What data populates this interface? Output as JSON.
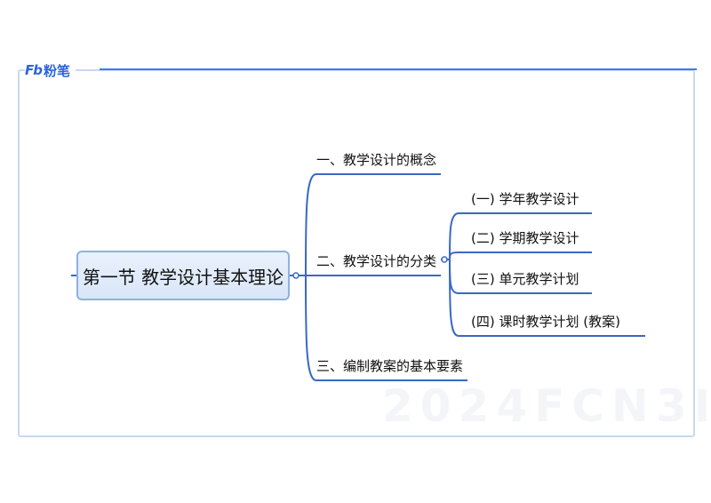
{
  "brand": {
    "mark": "Fb",
    "name": "粉笔"
  },
  "watermark": "2024FCN3I",
  "mindmap": {
    "root": "第一节 教学设计基本理论",
    "branches": [
      {
        "label": "一、教学设计的概念"
      },
      {
        "label": "二、教学设计的分类",
        "children": [
          "(一) 学年教学设计",
          "(二) 学期教学设计",
          "(三) 单元教学计划",
          "(四) 课时教学计划 (教案)"
        ]
      },
      {
        "label": "三、编制教案的基本要素"
      }
    ]
  },
  "colors": {
    "accent": "#3f7be6",
    "line": "#3a67c4",
    "root_border": "#8fb0e2"
  }
}
